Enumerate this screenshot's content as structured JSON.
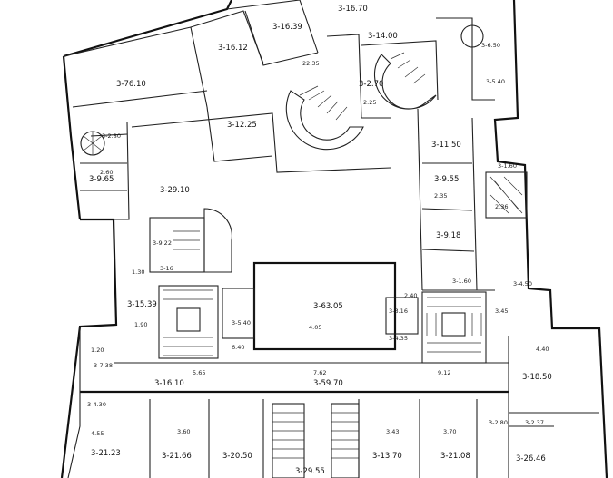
{
  "rooms": [
    {
      "id": "r1",
      "label": "3-76.10"
    },
    {
      "id": "r2",
      "label": "3-16.12"
    },
    {
      "id": "r3",
      "label": "3-16.39"
    },
    {
      "id": "r4",
      "label": "3-16.70"
    },
    {
      "id": "r5",
      "label": "3-14.00"
    },
    {
      "id": "r6",
      "label": "3-6.50"
    },
    {
      "id": "r7",
      "label": "3-5.40"
    },
    {
      "id": "r8",
      "label": "3-12.25"
    },
    {
      "id": "r9",
      "label": "3-2.70"
    },
    {
      "id": "r10",
      "label": "3-2.80"
    },
    {
      "id": "r11",
      "label": "3-9.65"
    },
    {
      "id": "r12",
      "label": "3-29.10"
    },
    {
      "id": "r13",
      "label": "3-11.50"
    },
    {
      "id": "r14",
      "label": "3-9.55"
    },
    {
      "id": "r15",
      "label": "3-1.60"
    },
    {
      "id": "r16",
      "label": "3-9.18"
    },
    {
      "id": "r17",
      "label": "3-1.60"
    },
    {
      "id": "r18",
      "label": "3-4.50"
    },
    {
      "id": "r19",
      "label": "3-9.22"
    },
    {
      "id": "r20",
      "label": "3-16"
    },
    {
      "id": "r21",
      "label": "3-15.39"
    },
    {
      "id": "r22",
      "label": "3-63.05"
    },
    {
      "id": "r23",
      "label": "3-3.16"
    },
    {
      "id": "r24",
      "label": "3-4.35"
    },
    {
      "id": "r25",
      "label": "3-7.38"
    },
    {
      "id": "r26",
      "label": "3-16.10"
    },
    {
      "id": "r27",
      "label": "3-59.70"
    },
    {
      "id": "r28",
      "label": "3-18.50"
    },
    {
      "id": "r29",
      "label": "3-21.23"
    },
    {
      "id": "r30",
      "label": "3-21.66"
    },
    {
      "id": "r31",
      "label": "3-20.50"
    },
    {
      "id": "r32",
      "label": "3-29.55"
    },
    {
      "id": "r33",
      "label": "3-13.70"
    },
    {
      "id": "r34",
      "label": "3-21.08"
    },
    {
      "id": "r35",
      "label": "3-2.80"
    },
    {
      "id": "r36",
      "label": "3-2.37"
    },
    {
      "id": "r37",
      "label": "3-26.46"
    },
    {
      "id": "r38",
      "label": "3-4.30"
    },
    {
      "id": "r39",
      "label": "3-5.40"
    }
  ],
  "dimensions": [
    "22.35",
    "2.25",
    "4.05",
    "7.62",
    "6.40",
    "4.40",
    "4.55",
    "3.60",
    "3.43",
    "3.70",
    "2.60",
    "3.45",
    "2.35",
    "2.36",
    "1.90",
    "1.30",
    "1.20",
    "2.40",
    "9.12",
    "5.65"
  ]
}
